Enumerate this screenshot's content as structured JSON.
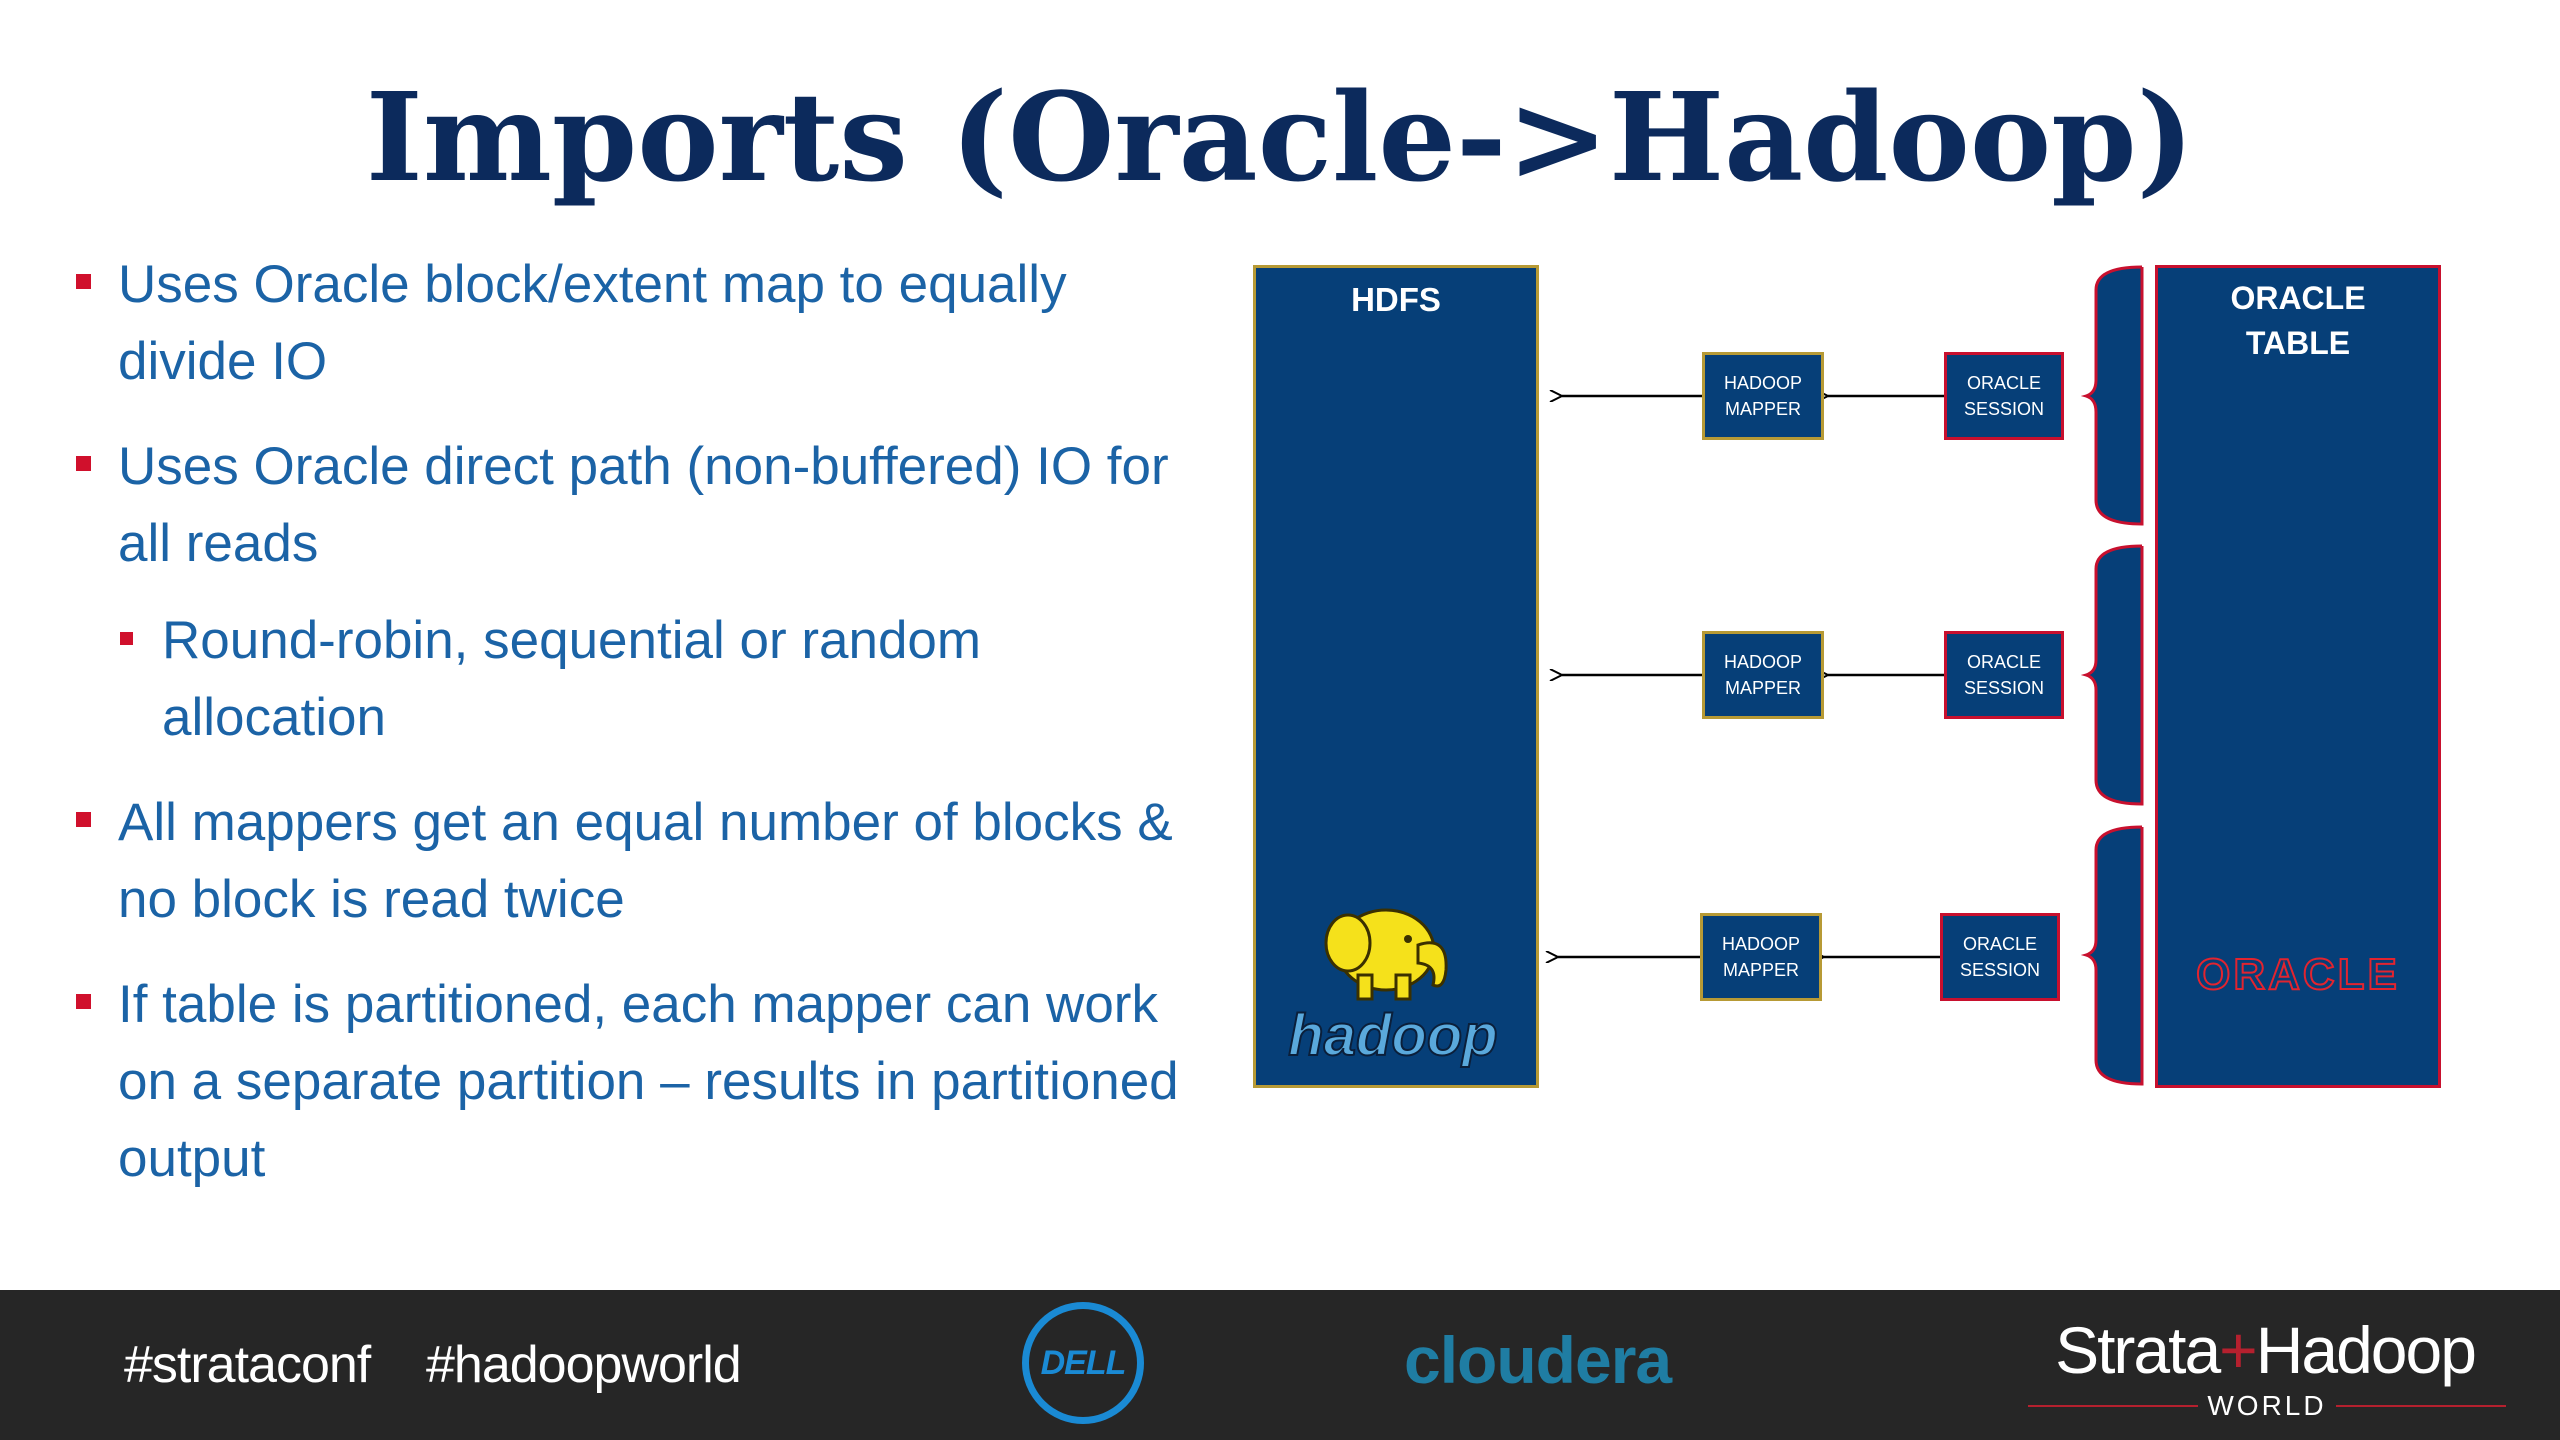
{
  "slide": {
    "title": "Imports (Oracle->Hadoop)",
    "bullets": [
      {
        "level": 1,
        "text": "Uses Oracle block/extent map to equally divide IO"
      },
      {
        "level": 1,
        "text": "Uses Oracle direct path (non-buffered) IO for all reads"
      },
      {
        "level": 2,
        "text": "Round-robin, sequential or random allocation"
      },
      {
        "level": 1,
        "text": "All mappers get an equal number of blocks & no block is read twice"
      },
      {
        "level": 1,
        "text": "If table is partitioned, each mapper can work on a separate partition – results in partitioned output"
      }
    ]
  },
  "diagram": {
    "hdfs_label": "HDFS",
    "oracle_table_label_1": "ORACLE",
    "oracle_table_label_2": "TABLE",
    "mapper_line_1": "HADOOP",
    "mapper_line_2": "MAPPER",
    "session_line_1": "ORACLE",
    "session_line_2": "SESSION",
    "hadoop_logo_text": "hadoop",
    "oracle_logo_text": "ORACLE",
    "rows": 3
  },
  "footer": {
    "tag1": "#strataconf",
    "tag2": "#hadoopworld",
    "dell": "DELL",
    "cloudera": "cloudera",
    "strata_left": "Strata",
    "strata_plus": "+",
    "strata_right": "Hadoop",
    "world": "WORLD"
  },
  "colors": {
    "title": "#0c2a5c",
    "bullet_text": "#1b63a6",
    "bullet_marker": "#d0102c",
    "box_fill": "#063f78",
    "mapper_border": "#b79a35",
    "session_border": "#c8102e",
    "footer_bg": "#262626",
    "hadoop_yellow": "#f5e11b"
  }
}
